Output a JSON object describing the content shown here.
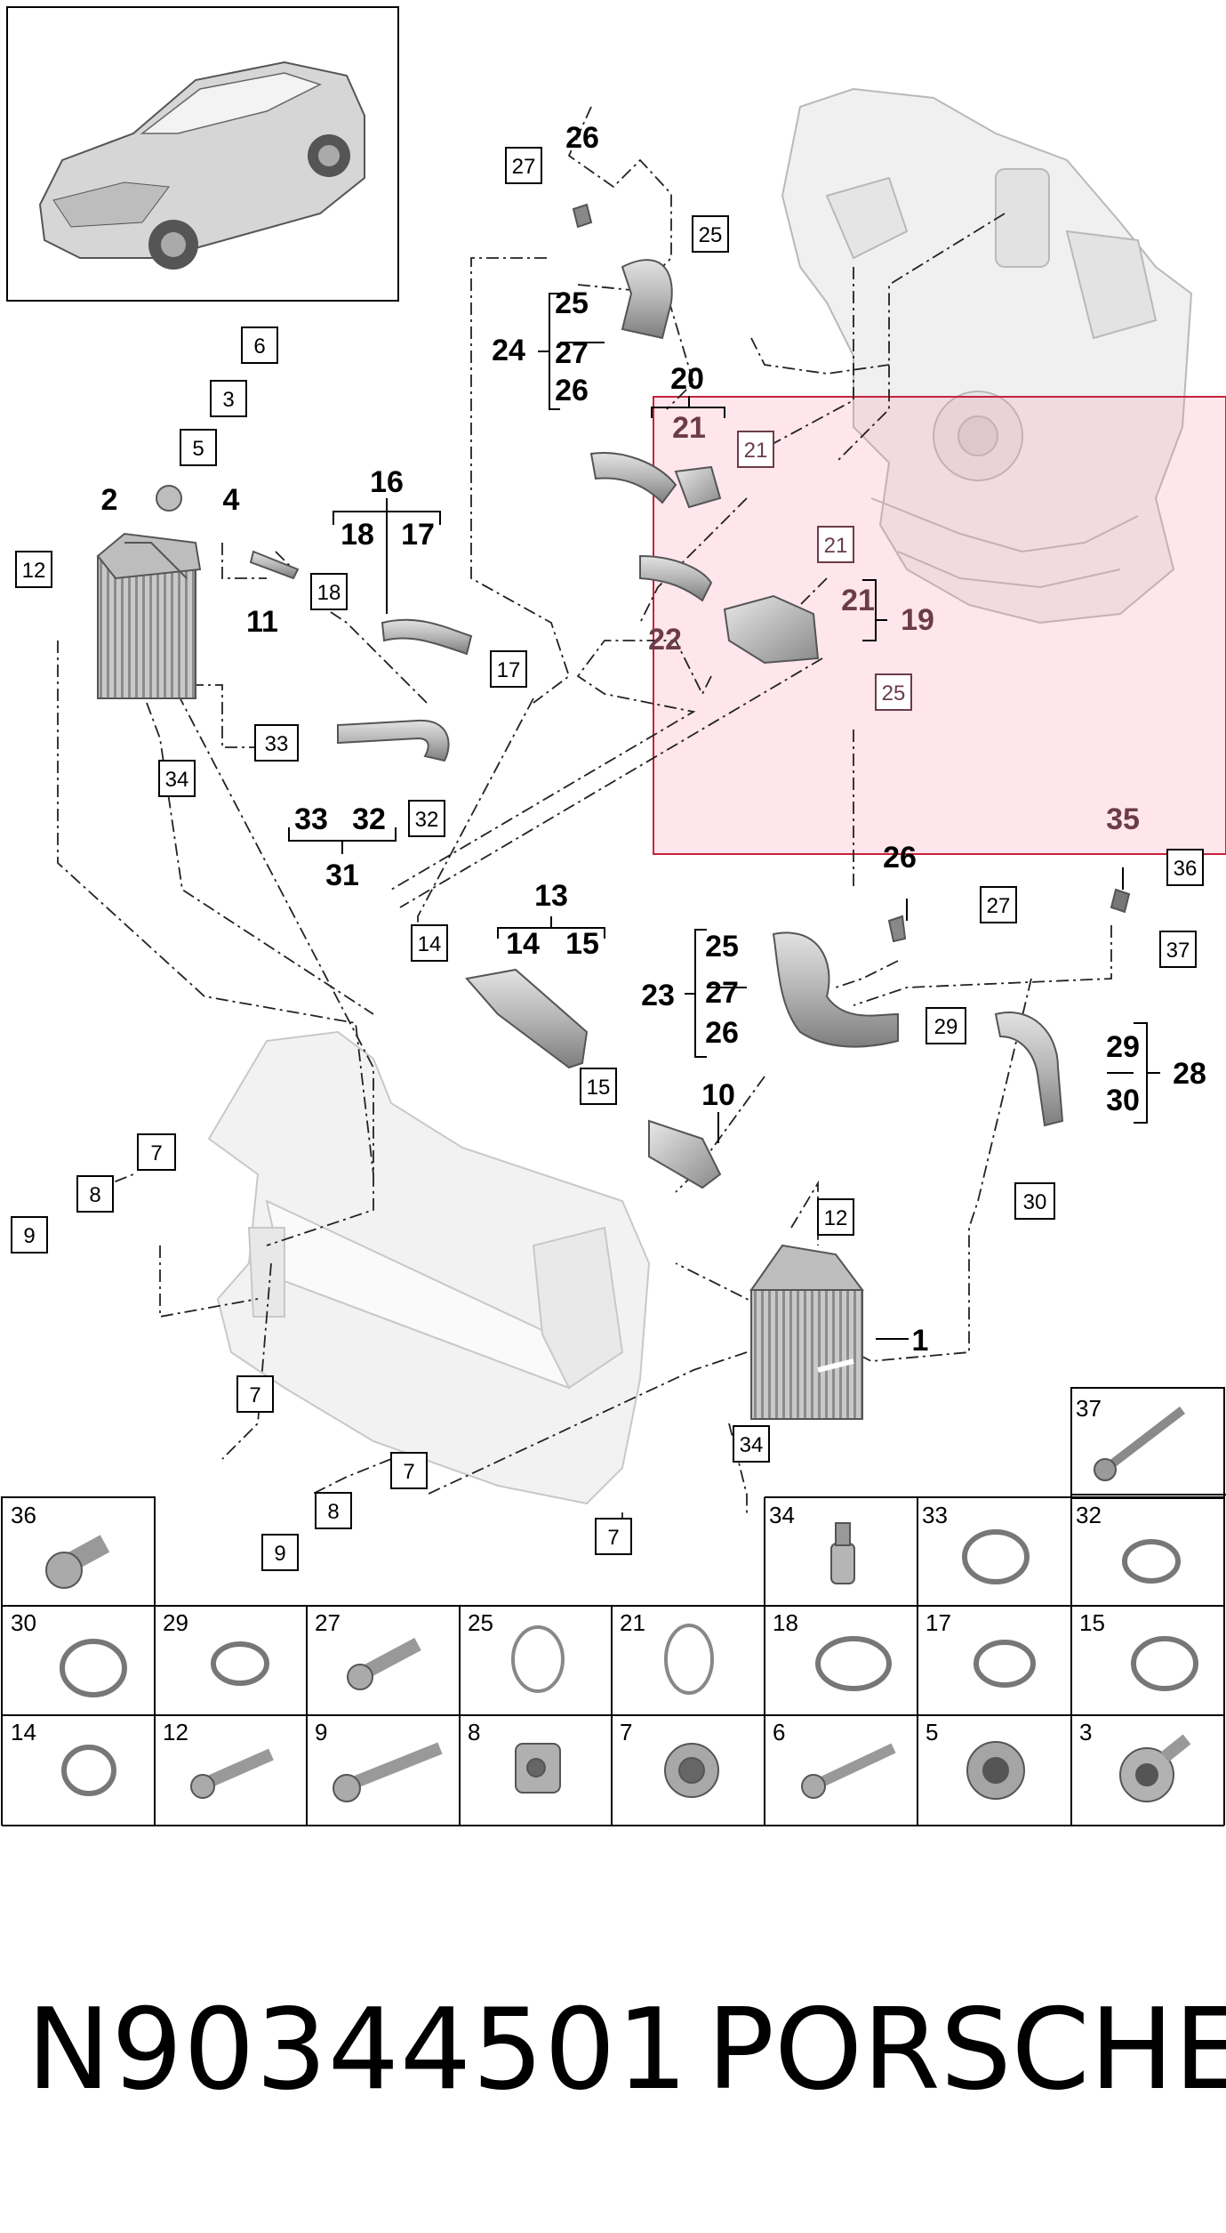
{
  "diagram": {
    "callouts": {
      "c6": "6",
      "c3": "3",
      "c5": "5",
      "c4": "4",
      "c2": "2",
      "c12a": "12",
      "c11": "11",
      "c18a": "18",
      "c16": "16",
      "c18b": "18",
      "c17a": "17",
      "c17b": "17",
      "c33a": "33",
      "c33b": "33",
      "c32a": "32",
      "c32b": "32",
      "c31": "31",
      "c34a": "34",
      "c27a": "27",
      "c26a": "26",
      "c25a": "25",
      "c25b": "25",
      "c24": "24",
      "c27b": "27",
      "c26b": "26",
      "c20": "20",
      "c21a": "21",
      "c21b": "21",
      "c21c": "21",
      "c21d": "21",
      "c19": "19",
      "c22": "22",
      "c25c": "25",
      "c35": "35",
      "c36": "36",
      "c37": "37",
      "c26c": "26",
      "c27c": "27",
      "c13": "13",
      "c14a": "14",
      "c15a": "15",
      "c14b": "14",
      "c15b": "15",
      "c10": "10",
      "c25d": "25",
      "c27d": "27",
      "c26d": "26",
      "c23": "23",
      "c29a": "29",
      "c29b": "29",
      "c30a": "30",
      "c28": "28",
      "c30b": "30",
      "c12b": "12",
      "c1": "1",
      "c34b": "34",
      "c7a": "7",
      "c8a": "8",
      "c9a": "9",
      "c7b": "7",
      "c7c": "7",
      "c8b": "8",
      "c9b": "9",
      "c7d": "7"
    }
  },
  "parts_table": {
    "row0": [
      "37"
    ],
    "row1": [
      "36",
      "34",
      "33",
      "32"
    ],
    "row2": [
      "30",
      "29",
      "27",
      "25",
      "21",
      "18",
      "17",
      "15"
    ],
    "row3": [
      "14",
      "12",
      "9",
      "8",
      "7",
      "6",
      "5",
      "3"
    ]
  },
  "footer": {
    "part_number": "N90344501",
    "brand": "PORSCHE"
  }
}
